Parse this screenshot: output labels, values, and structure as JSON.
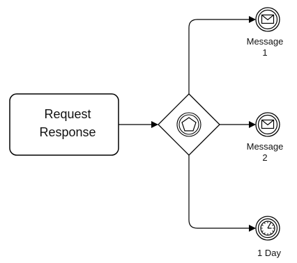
{
  "diagram": {
    "task": {
      "label_line1": "Request",
      "label_line2": "Response"
    },
    "gateway": {
      "type": "event-based-gateway",
      "icon": "pentagon-icon"
    },
    "events": [
      {
        "type": "intermediate-message-catch",
        "icon": "envelope-icon",
        "label_line1": "Message",
        "label_line2": "1"
      },
      {
        "type": "intermediate-message-catch",
        "icon": "envelope-icon",
        "label_line1": "Message",
        "label_line2": "2"
      },
      {
        "type": "intermediate-timer-catch",
        "icon": "clock-icon",
        "label_line1": "1 Day"
      }
    ]
  }
}
